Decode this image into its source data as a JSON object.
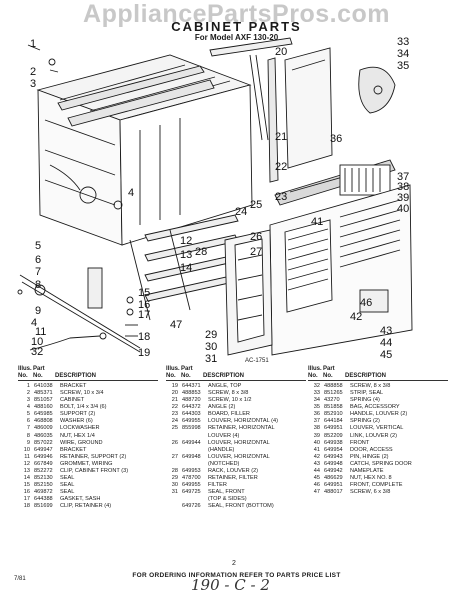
{
  "watermark": "AppliancePartsPros.com",
  "title": "CABINET PARTS",
  "subtitle": "For Model AXF 130-20",
  "diagram_code": "AC-1751",
  "callouts": [
    "1",
    "2",
    "3",
    "4",
    "5",
    "6",
    "7",
    "8",
    "9",
    "10",
    "11",
    "12",
    "13",
    "14",
    "15",
    "16",
    "17",
    "18",
    "19",
    "20",
    "21",
    "22",
    "23",
    "24",
    "25",
    "26",
    "27",
    "28",
    "29",
    "30",
    "31",
    "32",
    "33",
    "34",
    "35",
    "36",
    "37",
    "38",
    "39",
    "40",
    "41",
    "42",
    "43",
    "44",
    "45",
    "46",
    "47"
  ],
  "table_header": {
    "illus": "Illus.",
    "no": "No.",
    "part": "Part",
    "part_no": "No.",
    "description": "DESCRIPTION"
  },
  "parts_col1": [
    {
      "no": "1",
      "part": "641038",
      "desc": "BRACKET"
    },
    {
      "no": "2",
      "part": "485371",
      "desc": "SCREW, 10 x 3/4"
    },
    {
      "no": "3",
      "part": "851057",
      "desc": "CABINET"
    },
    {
      "no": "4",
      "part": "488160",
      "desc": "BOLT, 1/4 x 3/4 (6)"
    },
    {
      "no": "5",
      "part": "645985",
      "desc": "SUPPORT (2)"
    },
    {
      "no": "6",
      "part": "468808",
      "desc": "WASHER (6)"
    },
    {
      "no": "7",
      "part": "486009",
      "desc": "LOCKWASHER"
    },
    {
      "no": "8",
      "part": "486035",
      "desc": "NUT, HEX 1/4"
    },
    {
      "no": "9",
      "part": "857022",
      "desc": "WIRE, GROUND"
    },
    {
      "no": "10",
      "part": "649947",
      "desc": "BRACKET"
    },
    {
      "no": "11",
      "part": "649946",
      "desc": "RETAINER, SUPPORT (2)"
    },
    {
      "no": "12",
      "part": "667849",
      "desc": "GROMMET, WIRING"
    },
    {
      "no": "13",
      "part": "852272",
      "desc": "CLIP, CABINET FRONT (3)"
    },
    {
      "no": "14",
      "part": "852130",
      "desc": "SEAL"
    },
    {
      "no": "15",
      "part": "852150",
      "desc": "SEAL"
    },
    {
      "no": "16",
      "part": "469872",
      "desc": "SEAL"
    },
    {
      "no": "17",
      "part": "644388",
      "desc": "GASKET, SASH"
    },
    {
      "no": "18",
      "part": "851699",
      "desc": "CLIP, RETAINER (4)"
    }
  ],
  "parts_col2": [
    {
      "no": "19",
      "part": "644371",
      "desc": "ANGLE, TOP"
    },
    {
      "no": "20",
      "part": "488853",
      "desc": "SCREW, 8 x 3/8"
    },
    {
      "no": "21",
      "part": "488720",
      "desc": "SCREW, 10 x 1/2"
    },
    {
      "no": "22",
      "part": "644372",
      "desc": "ANGLE (2)"
    },
    {
      "no": "23",
      "part": "644303",
      "desc": "BOARD, FILLER"
    },
    {
      "no": "24",
      "part": "649955",
      "desc": "LOUVER, HORIZONTAL (4)"
    },
    {
      "no": "25",
      "part": "855998",
      "desc": "RETAINER, HORIZONTAL"
    },
    {
      "no": "",
      "part": "",
      "desc": "LOUVER (4)"
    },
    {
      "no": "26",
      "part": "649944",
      "desc": "LOUVER, HORIZONTAL"
    },
    {
      "no": "",
      "part": "",
      "desc": "(HANDLE)"
    },
    {
      "no": "27",
      "part": "649948",
      "desc": "LOUVER, HORIZONTAL"
    },
    {
      "no": "",
      "part": "",
      "desc": "(NOTCHED)"
    },
    {
      "no": "28",
      "part": "649953",
      "desc": "RACK, LOUVER (2)"
    },
    {
      "no": "29",
      "part": "478700",
      "desc": "RETAINER, FILTER"
    },
    {
      "no": "30",
      "part": "649955",
      "desc": "FILTER"
    },
    {
      "no": "31",
      "part": "649725",
      "desc": "SEAL, FRONT"
    },
    {
      "no": "",
      "part": "",
      "desc": "(TOP & SIDES)"
    },
    {
      "no": "",
      "part": "649726",
      "desc": "SEAL, FRONT (BOTTOM)"
    }
  ],
  "parts_col3": [
    {
      "no": "32",
      "part": "488858",
      "desc": "SCREW, 8 x 3/8"
    },
    {
      "no": "33",
      "part": "851265",
      "desc": "STRIP, SEAL"
    },
    {
      "no": "34",
      "part": "43270",
      "desc": "SPRING (4)"
    },
    {
      "no": "35",
      "part": "851858",
      "desc": "BAG, ACCESSORY"
    },
    {
      "no": "36",
      "part": "852910",
      "desc": "HANDLE, LOUVER (2)"
    },
    {
      "no": "37",
      "part": "644184",
      "desc": "SPRING (2)"
    },
    {
      "no": "38",
      "part": "649951",
      "desc": "LOUVER, VERTICAL"
    },
    {
      "no": "39",
      "part": "852209",
      "desc": "LINK, LOUVER (2)"
    },
    {
      "no": "40",
      "part": "649938",
      "desc": "FRONT"
    },
    {
      "no": "41",
      "part": "649954",
      "desc": "DOOR, ACCESS"
    },
    {
      "no": "42",
      "part": "649943",
      "desc": "PIN, HINGE (2)"
    },
    {
      "no": "43",
      "part": "649948",
      "desc": "CATCH, SPRING DOOR"
    },
    {
      "no": "44",
      "part": "649942",
      "desc": "NAMEPLATE"
    },
    {
      "no": "45",
      "part": "486629",
      "desc": "NUT, HEX NO. 8"
    },
    {
      "no": "46",
      "part": "649951",
      "desc": "FRONT, COMPLETE"
    },
    {
      "no": "47",
      "part": "488017",
      "desc": "SCREW, 6 x 3/8"
    }
  ],
  "page_number": "2",
  "footer": "FOR ORDERING INFORMATION REFER TO PARTS PRICE LIST",
  "date_code": "7/81",
  "handwritten_note": "190 - C - 2"
}
